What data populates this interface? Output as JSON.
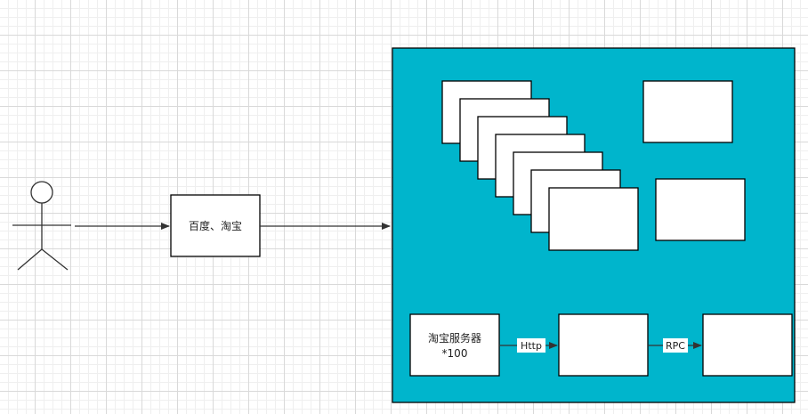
{
  "nodes": {
    "gateway": {
      "label": "百度、淘宝"
    },
    "taobao_server": {
      "line1": "淘宝服务器",
      "line2": "*100"
    }
  },
  "edges": {
    "http": {
      "label": "Http"
    },
    "rpc": {
      "label": "RPC"
    }
  },
  "colors": {
    "container_fill": "#00b5cc",
    "stroke": "#000000",
    "arrow": "#333333",
    "box_fill": "#ffffff"
  }
}
